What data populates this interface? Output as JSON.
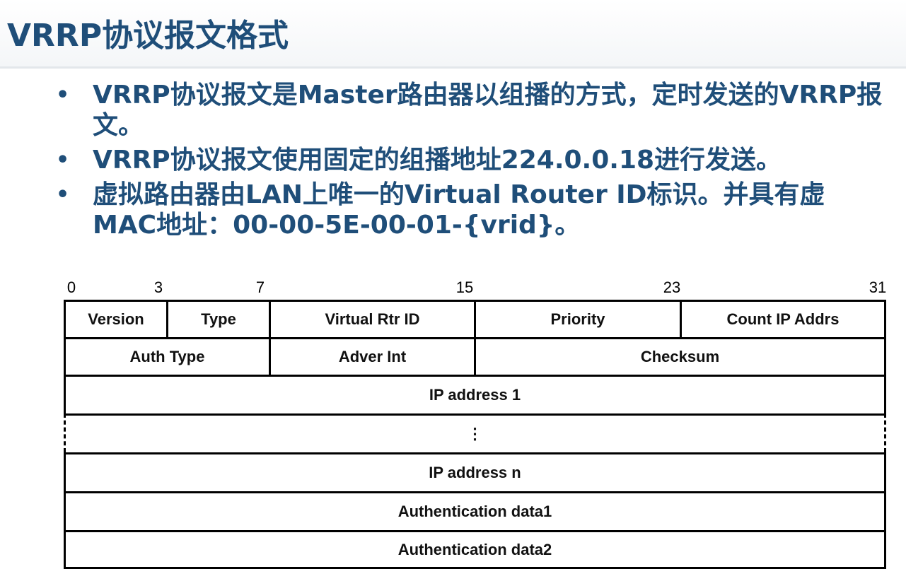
{
  "slide": {
    "title": "VRRP协议报文格式",
    "bullets": [
      "VRRP协议报文是Master路由器以组播的方式，定时发送的VRRP报文。",
      "VRRP协议报文使用固定的组播地址224.0.0.18进行发送。",
      "虚拟路由器由LAN上唯一的Virtual Router ID标识。并具有虚MAC地址：00-00-5E-00-01-{vrid}。"
    ],
    "bullet_marker": "•"
  },
  "packet": {
    "bit_labels": [
      "0",
      "3",
      "7",
      "15",
      "23",
      "31"
    ],
    "rows": [
      [
        "Version",
        "Type",
        "Virtual Rtr ID",
        "Priority",
        "Count IP Addrs"
      ],
      [
        "Auth Type",
        "Adver Int",
        "Checksum"
      ],
      [
        "IP address 1"
      ],
      [
        "⋮"
      ],
      [
        "IP address n"
      ],
      [
        "Authentication data1"
      ],
      [
        "Authentication data2"
      ]
    ]
  },
  "colors": {
    "heading": "#1f4e79",
    "border": "#000000"
  }
}
